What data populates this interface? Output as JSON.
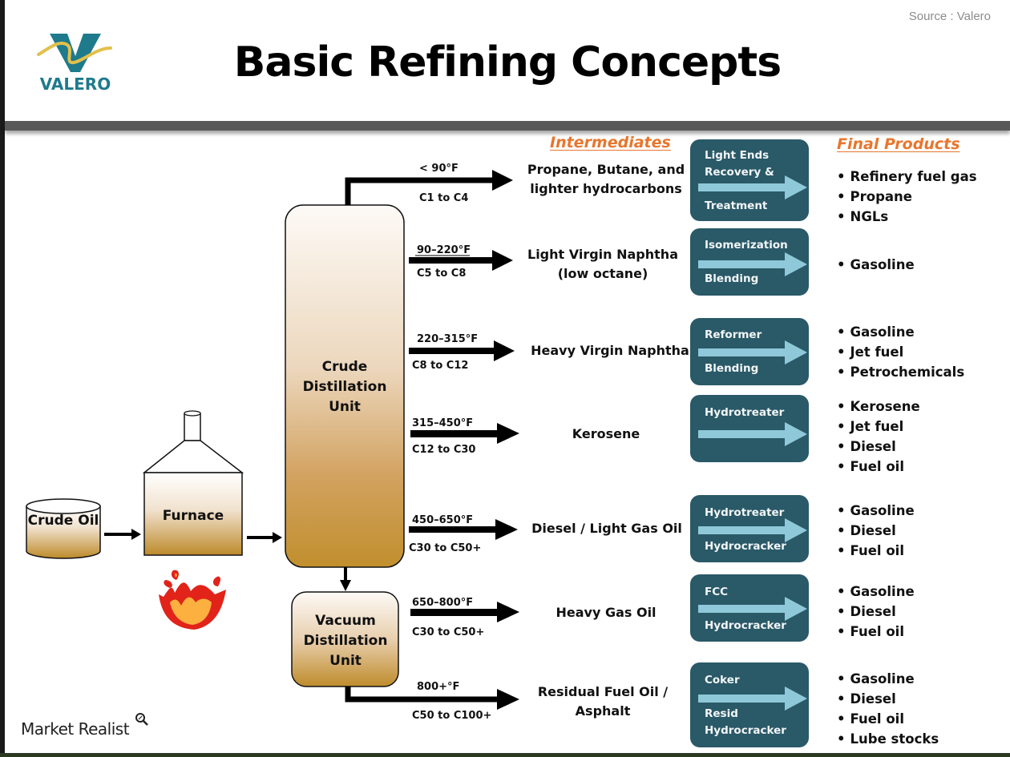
{
  "header": {
    "title": "Basic Refining Concepts",
    "source": "Source : Valero",
    "logo_text": "VALERO"
  },
  "colors": {
    "process_box": "#2a5968",
    "process_arrow": "#8fc9d9",
    "section_heading": "#e8762d",
    "header_bar": "#595959",
    "vessel_gradient_top": "#fbf7f2",
    "vessel_gradient_bottom": "#c49232"
  },
  "feed": {
    "crude_oil": "Crude Oil",
    "furnace": "Furnace",
    "crude_unit": "Crude Distillation Unit",
    "vacuum_unit": "Vacuum Distillation Unit"
  },
  "headings": {
    "intermediates": "Intermediates",
    "final_products": "Final Products"
  },
  "streams": [
    {
      "temp": "< 90°F",
      "carbon": "C1 to C4",
      "intermediate": "Propane, Butane, and lighter hydrocarbons",
      "process": [
        "Light Ends Recovery &",
        "Treatment"
      ],
      "products": [
        "Refinery fuel gas",
        "Propane",
        "NGLs"
      ]
    },
    {
      "temp": "90–220°F",
      "carbon": "C5 to C8",
      "intermediate": "Light Virgin Naphtha (low octane)",
      "process": [
        "Isomerization",
        "Blending"
      ],
      "products": [
        "Gasoline"
      ]
    },
    {
      "temp": "220–315°F",
      "carbon": "C8 to C12",
      "intermediate": "Heavy Virgin Naphtha",
      "process": [
        "Reformer",
        "Blending"
      ],
      "products": [
        "Gasoline",
        "Jet fuel",
        "Petrochemicals"
      ]
    },
    {
      "temp": "315–450°F",
      "carbon": "C12 to C30",
      "intermediate": "Kerosene",
      "process": [
        "Hydrotreater",
        ""
      ],
      "products": [
        "Kerosene",
        "Jet fuel",
        "Diesel",
        "Fuel oil"
      ]
    },
    {
      "temp": "450–650°F",
      "carbon": "C30 to C50+",
      "intermediate": "Diesel / Light Gas Oil",
      "process": [
        "Hydrotreater",
        "Hydrocracker"
      ],
      "products": [
        "Gasoline",
        "Diesel",
        "Fuel oil"
      ]
    },
    {
      "temp": "650–800°F",
      "carbon": "C30 to C50+",
      "intermediate": "Heavy Gas Oil",
      "process": [
        "FCC",
        "Hydrocracker"
      ],
      "products": [
        "Gasoline",
        "Diesel",
        "Fuel oil"
      ]
    },
    {
      "temp": "800+°F",
      "carbon": "C50 to C100+",
      "intermediate": "Residual Fuel Oil / Asphalt",
      "process": [
        "Coker",
        "Resid Hydrocracker"
      ],
      "products": [
        "Gasoline",
        "Diesel",
        "Fuel oil",
        "Lube stocks"
      ]
    }
  ],
  "footer": {
    "watermark": "Market Realist"
  }
}
